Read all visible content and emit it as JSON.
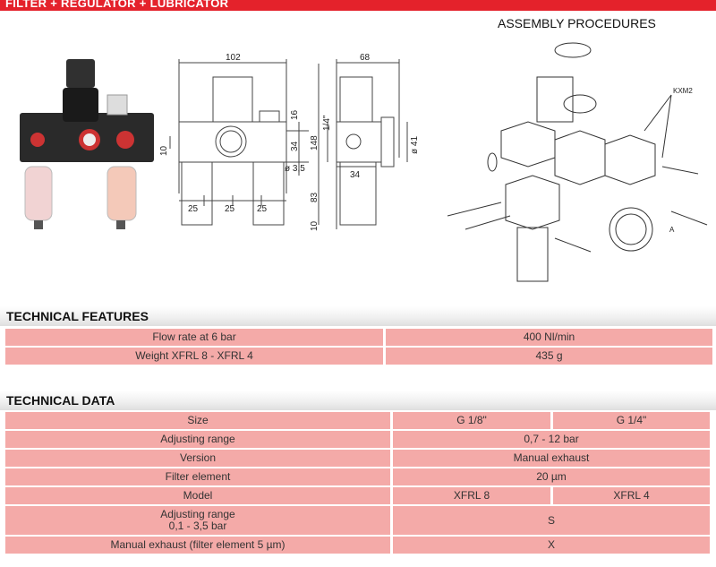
{
  "header": {
    "banner": "FILTER + REGULATOR + LUBRICATOR"
  },
  "assembly": {
    "title": "ASSEMBLY PROCEDURES",
    "label_kxm2": "KXM2",
    "label_a": "A"
  },
  "drawing": {
    "front_width": "102",
    "side_width": "68",
    "d25a": "25",
    "d25b": "25",
    "d25c": "25",
    "d10_left": "10",
    "d16": "16",
    "d34_vert": "34",
    "d148": "148",
    "d83": "83",
    "d10_bottom": "10",
    "d14_port": "1/4\"",
    "d34_side": "34",
    "d41": "ø 41",
    "d35": "ø 3,5"
  },
  "features": {
    "title": "TECHNICAL FEATURES",
    "rows": [
      {
        "label": "Flow rate at 6 bar",
        "value": "400 Nl/min"
      },
      {
        "label": "Weight XFRL 8 - XFRL 4",
        "value": "435 g"
      }
    ]
  },
  "data": {
    "title": "TECHNICAL DATA",
    "size": {
      "label": "Size",
      "a": "G 1/8\"",
      "b": "G 1/4\""
    },
    "adjusting": {
      "label": "Adjusting range",
      "value": "0,7 - 12 bar"
    },
    "version": {
      "label": "Version",
      "value": "Manual exhaust"
    },
    "filter": {
      "label": "Filter element",
      "value": "20 µm"
    },
    "model": {
      "label": "Model",
      "a": "XFRL 8",
      "b": "XFRL 4"
    },
    "adjusting2": {
      "label_line1": "Adjusting range",
      "label_line2": "0,1 - 3,5 bar",
      "value": "S"
    },
    "manual": {
      "label": "Manual exhaust (filter element 5 µm)",
      "value": "X"
    }
  }
}
